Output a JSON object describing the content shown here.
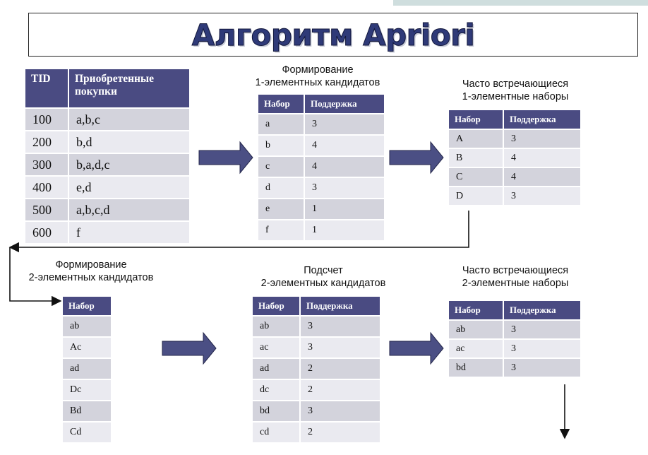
{
  "title": "Алгоритм Apriori",
  "tid_table": {
    "headers": [
      "TID",
      "Приобретенные покупки"
    ],
    "rows": [
      [
        "100",
        "a,b,c"
      ],
      [
        "200",
        "b,d"
      ],
      [
        "300",
        "b,a,d,c"
      ],
      [
        "400",
        "e,d"
      ],
      [
        "500",
        "a,b,c,d"
      ],
      [
        "600",
        "f"
      ]
    ]
  },
  "c1": {
    "caption_line1": "Формирование",
    "caption_line2": "1-элементных кандидатов",
    "headers": [
      "Набор",
      "Поддержка"
    ],
    "rows": [
      [
        "a",
        "3"
      ],
      [
        "b",
        "4"
      ],
      [
        "c",
        "4"
      ],
      [
        "d",
        "3"
      ],
      [
        "e",
        "1"
      ],
      [
        "f",
        "1"
      ]
    ]
  },
  "l1": {
    "caption_line1": "Часто встречающиеся",
    "caption_line2": "1-элементные наборы",
    "headers": [
      "Набор",
      "Поддержка"
    ],
    "rows": [
      [
        "A",
        "3"
      ],
      [
        "B",
        "4"
      ],
      [
        "C",
        "4"
      ],
      [
        "D",
        "3"
      ]
    ]
  },
  "c2": {
    "caption_line1": "Формирование",
    "caption_line2": "2-элементных кандидатов",
    "headers": [
      "Набор"
    ],
    "rows": [
      [
        "ab"
      ],
      [
        "Ac"
      ],
      [
        "ad"
      ],
      [
        "Dc"
      ],
      [
        "Bd"
      ],
      [
        "Cd"
      ]
    ]
  },
  "count2": {
    "caption_line1": "Подсчет",
    "caption_line2": "2-элементных кандидатов",
    "headers": [
      "Набор",
      "Поддержка"
    ],
    "rows": [
      [
        "ab",
        "3"
      ],
      [
        "ac",
        "3"
      ],
      [
        "ad",
        "2"
      ],
      [
        "dc",
        "2"
      ],
      [
        "bd",
        "3"
      ],
      [
        "cd",
        "2"
      ]
    ]
  },
  "l2": {
    "caption_line1": "Часто встречающиеся",
    "caption_line2": "2-элементные наборы",
    "headers": [
      "Набор",
      "Поддержка"
    ],
    "rows": [
      [
        "ab",
        "3"
      ],
      [
        "ac",
        "3"
      ],
      [
        "bd",
        "3"
      ]
    ]
  },
  "colors": {
    "header_bg": "#4a4b82",
    "row_odd": "#d3d3dc",
    "row_even": "#eaeaf0",
    "arrow_fill": "#4b4f84",
    "title_color": "#2f3a78"
  }
}
